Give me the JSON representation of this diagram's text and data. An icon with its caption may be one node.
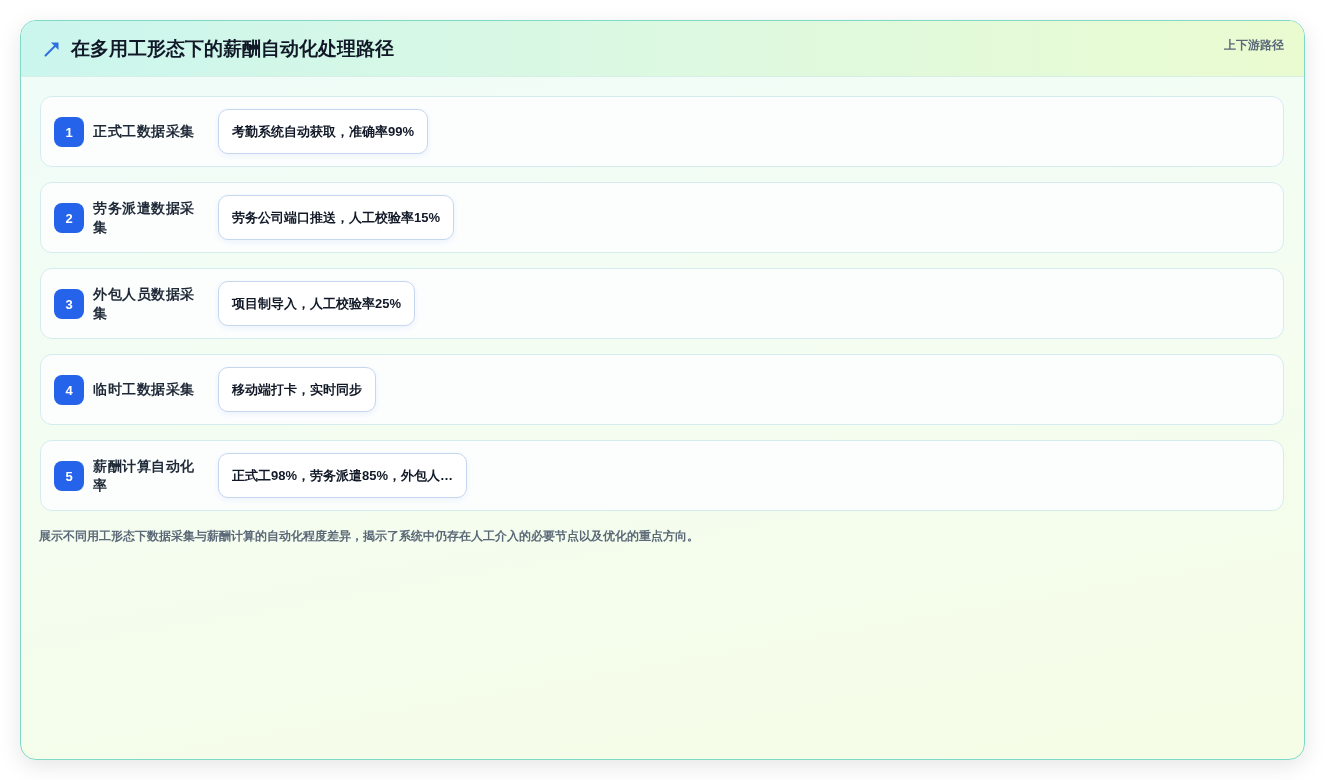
{
  "diagram": {
    "title": "在多用工形态下的薪酬自动化处理路径",
    "caption": "展示不同用工形态下数据采集与薪酬计算的自动化程度差异，揭示了系统中仍存在人工介入的必要节点以及优化的重点方向。",
    "nodes": [
      {
        "text": [
          "正式工数据采集"
        ]
      },
      {
        "text": [
          "1"
        ],
        "in": 0
      },
      {
        "text": [
          "考勤系统自动获取，准确率99%"
        ],
        "in": 0
      },
      {
        "text": [
          "劳务派遣数据采集"
        ]
      },
      {
        "text": [
          "2"
        ],
        "in": 3
      },
      {
        "text": [
          "劳务公司端口推送，人工校验率15%"
        ],
        "in": 3
      },
      {
        "text": [
          "外包人员数据采集"
        ]
      },
      {
        "text": [
          "3"
        ],
        "in": 6
      },
      {
        "text": [
          "项目制导入，人工校验率25%"
        ],
        "in": 6
      },
      {
        "text": [
          "临时工数据采集"
        ]
      },
      {
        "text": [
          "4"
        ],
        "in": 9
      },
      {
        "text": [
          "移动端打卡，实时同步"
        ],
        "in": 9
      },
      {
        "text": [
          "薪酬计算自动化率"
        ]
      },
      {
        "text": [
          "5"
        ],
        "in": 12
      },
      {
        "text": [
          "正式工98%，劳务派遣85%，外包人…"
        ],
        "in": 12
      }
    ],
    "labels": [
      "上下游路径"
    ]
  }
}
